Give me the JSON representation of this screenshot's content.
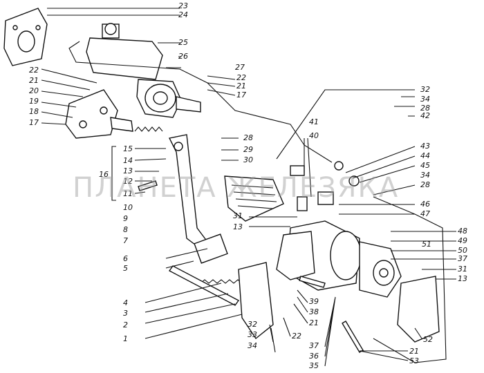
{
  "watermark": "ПЛАНЕТА ЖЕЛЕЗЯКА",
  "callouts": {
    "left": [
      "22",
      "21",
      "20",
      "19",
      "18",
      "17"
    ],
    "pedal_bracket": [
      "15",
      "14",
      "13",
      "12",
      "11"
    ],
    "pedal_group": "16",
    "lower_left": [
      "10",
      "9",
      "8",
      "7",
      "6",
      "5",
      "4",
      "3",
      "2",
      "1"
    ],
    "top_center": [
      "23",
      "24",
      "25",
      "26",
      "27",
      "22",
      "21",
      "17"
    ],
    "mid_center": [
      "28",
      "29",
      "30",
      "31",
      "13"
    ],
    "center_pair": [
      "41",
      "40"
    ],
    "right_upper": [
      "32",
      "34",
      "28",
      "42"
    ],
    "right_mid": [
      "43",
      "44",
      "45",
      "34",
      "28",
      "46",
      "47"
    ],
    "right_lower": [
      "48",
      "49",
      "50",
      "37",
      "51",
      "31",
      "13"
    ],
    "bottom_center": [
      "32",
      "33",
      "34",
      "39",
      "38",
      "21",
      "22",
      "37",
      "36",
      "35"
    ],
    "bottom_right": [
      "52",
      "21",
      "53"
    ]
  }
}
